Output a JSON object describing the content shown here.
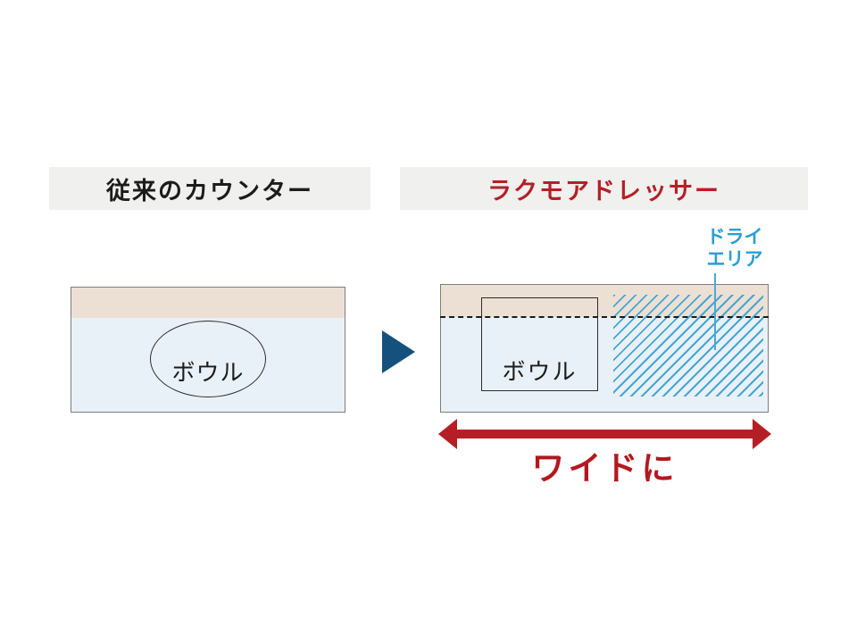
{
  "left_panel": {
    "header": "従来のカウンター",
    "bowl_label": "ボウル"
  },
  "right_panel": {
    "header": "ラクモアドレッサー",
    "bowl_label": "ボウル",
    "dry_area_label_line1": "ドライ",
    "dry_area_label_line2": "エリア",
    "wide_label": "ワイドに"
  },
  "colors": {
    "header_bar_bg": "#f0f0ef",
    "header_text": "#1c1c1c",
    "accent_red": "#b22127",
    "wide_arrow_red": "#b51e24",
    "counter_top_beige": "#ece0d5",
    "counter_body_blue": "#e9f1f8",
    "outline_gray": "#7d7d7d",
    "bowl_outline": "#2b2b2b",
    "hatch_blue": "#45a6d3",
    "dry_label_blue": "#2b9ed2",
    "transition_arrow_navy": "#15517d"
  }
}
